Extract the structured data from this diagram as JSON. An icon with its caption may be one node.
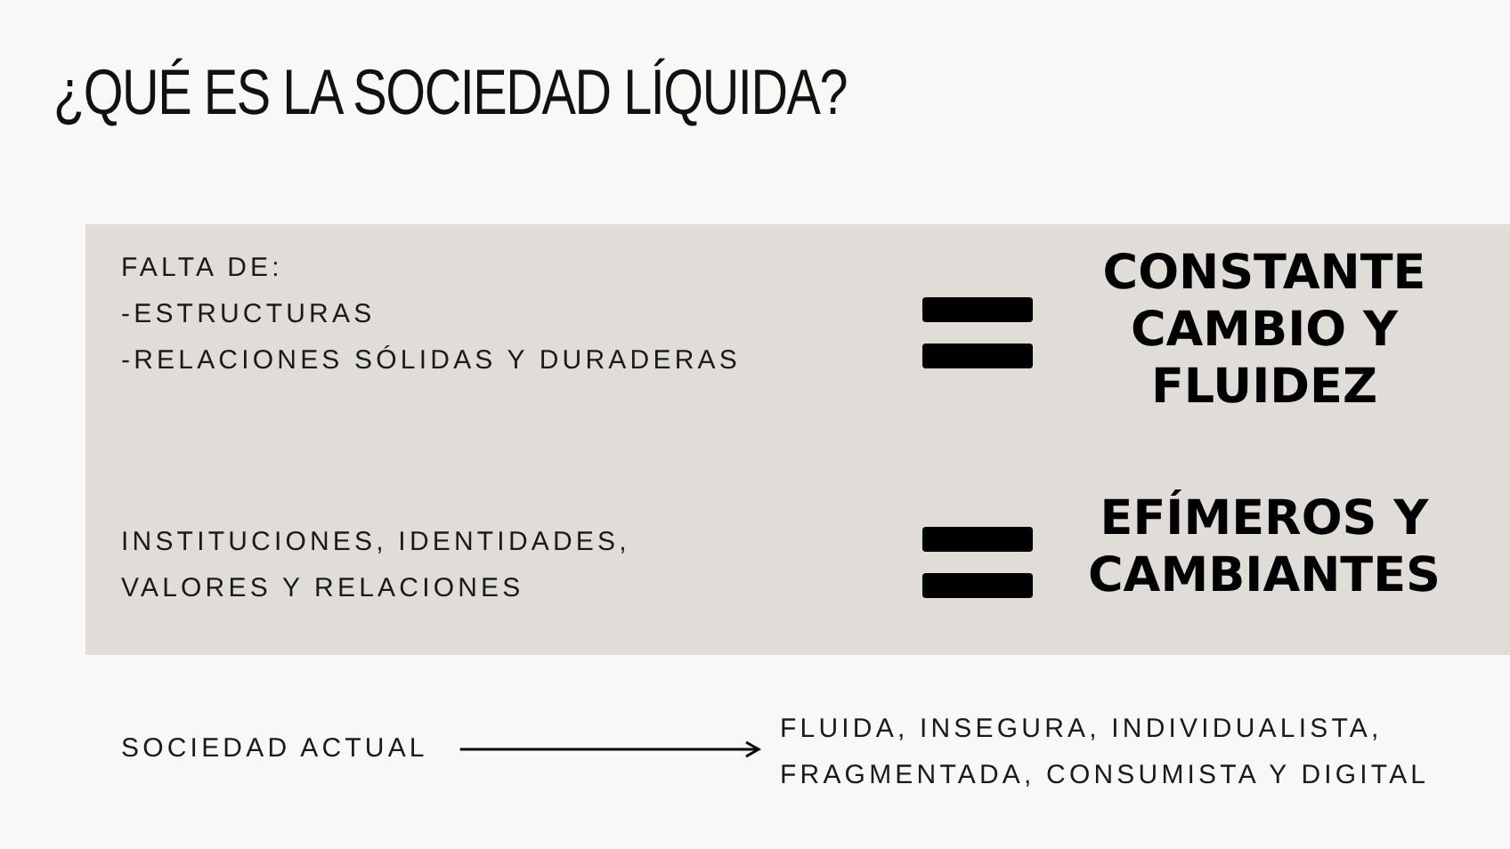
{
  "diagram": {
    "title": "¿QUÉ ES LA SOCIEDAD LÍQUIDA?",
    "nodes": [
      {
        "text": [],
        "shape": "band"
      },
      {
        "text": [
          "FALTA DE:",
          "-ESTRUCTURAS",
          "-RELACIONES SÓLIDAS Y DURADERAS"
        ],
        "in": 0
      },
      {
        "text": [
          "CONSTANTE CAMBIO Y FLUIDEZ"
        ],
        "in": 0
      },
      {
        "text": [
          "INSTITUCIONES, IDENTIDADES, VALORES Y RELACIONES"
        ],
        "in": 0
      },
      {
        "text": [
          "EFÍMEROS Y CAMBIANTES"
        ],
        "in": 0
      },
      {
        "text": [
          "SOCIEDAD ACTUAL"
        ]
      },
      {
        "text": [
          "FLUIDA, INSEGURA, INDIVIDUALISTA, FRAGMENTADA, CONSUMISTA Y DIGITAL"
        ]
      }
    ],
    "edges": [
      {
        "from": 5,
        "to": 6,
        "arrow": "to"
      }
    ]
  }
}
